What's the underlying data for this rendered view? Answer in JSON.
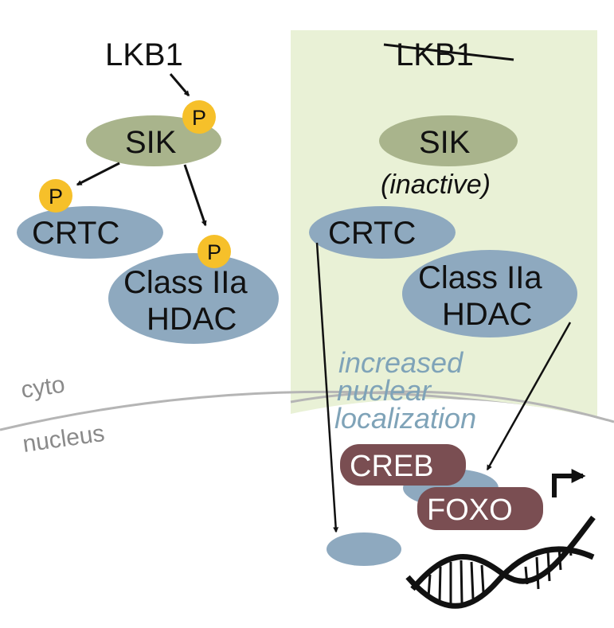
{
  "colors": {
    "panel": "#e9f1d6",
    "sik": "#a9b48c",
    "blue": "#8ea9bf",
    "phospho": "#f6c02a",
    "pill": "#7a4e52",
    "membrane": "#b5b5b5",
    "arrow": "#111111",
    "note": "#7fa3b8"
  },
  "left": {
    "lkb1": "LKB1",
    "sik": "SIK",
    "crtc": "CRTC",
    "hdac_line1": "Class IIa",
    "hdac_line2": "HDAC",
    "phospho": "P"
  },
  "right": {
    "lkb1_struck": "LKB1",
    "sik": "SIK",
    "sik_state": "(inactive)",
    "crtc": "CRTC",
    "hdac_line1": "Class IIa",
    "hdac_line2": "HDAC",
    "note_line1": "increased",
    "note_line2": "nuclear",
    "note_line3": "localization",
    "creb": "CREB",
    "foxo": "FOXO"
  },
  "regions": {
    "cyto": "cyto",
    "nucleus": "nucleus"
  }
}
